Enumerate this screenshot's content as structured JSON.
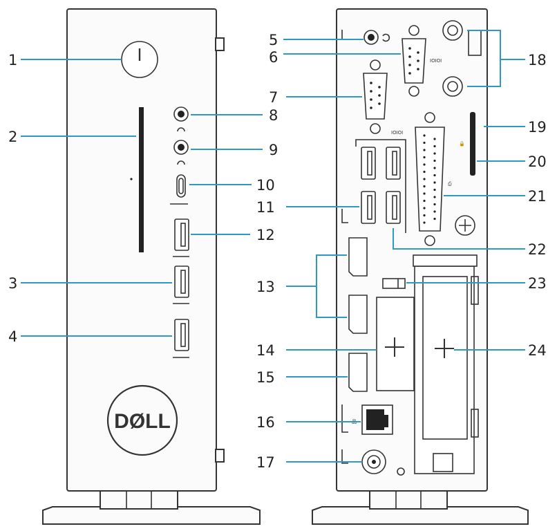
{
  "diagram": {
    "logo_text": "DØLL",
    "callouts": [
      {
        "id": "c1",
        "label": "1"
      },
      {
        "id": "c2",
        "label": "2"
      },
      {
        "id": "c3",
        "label": "3"
      },
      {
        "id": "c4",
        "label": "4"
      },
      {
        "id": "c5",
        "label": "5"
      },
      {
        "id": "c6",
        "label": "6"
      },
      {
        "id": "c7",
        "label": "7"
      },
      {
        "id": "c8",
        "label": "8"
      },
      {
        "id": "c9",
        "label": "9"
      },
      {
        "id": "c10",
        "label": "10"
      },
      {
        "id": "c11",
        "label": "11"
      },
      {
        "id": "c12",
        "label": "12"
      },
      {
        "id": "c13",
        "label": "13"
      },
      {
        "id": "c14",
        "label": "14"
      },
      {
        "id": "c15",
        "label": "15"
      },
      {
        "id": "c16",
        "label": "16"
      },
      {
        "id": "c17",
        "label": "17"
      },
      {
        "id": "c18",
        "label": "18"
      },
      {
        "id": "c19",
        "label": "19"
      },
      {
        "id": "c20",
        "label": "20"
      },
      {
        "id": "c21",
        "label": "21"
      },
      {
        "id": "c22",
        "label": "22"
      },
      {
        "id": "c23",
        "label": "23"
      },
      {
        "id": "c24",
        "label": "24"
      }
    ],
    "colors": {
      "leader": "#2b9bc6",
      "outline": "#333333"
    }
  }
}
